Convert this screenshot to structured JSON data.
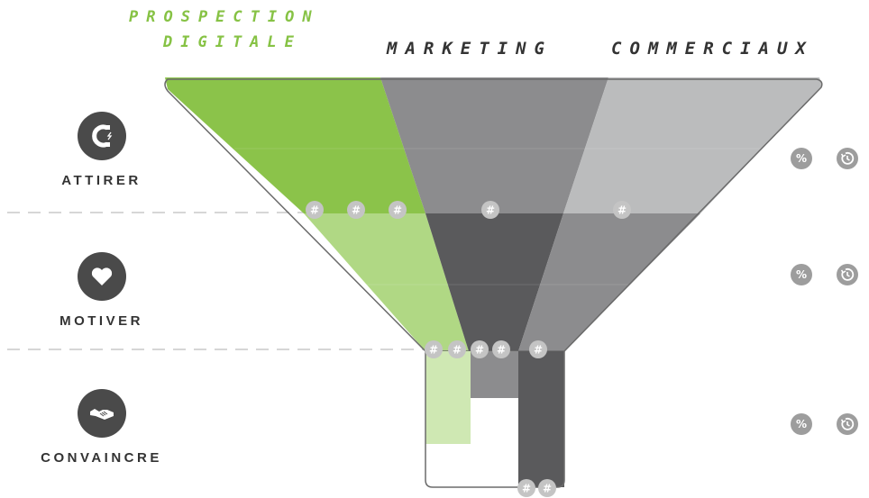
{
  "header": {
    "prospection_line1": "PROSPECTION",
    "prospection_line2": "DIGITALE",
    "marketing": "MARKETING",
    "commerciaux": "COMMERCIAUX"
  },
  "stages": [
    {
      "label": "ATTIRER",
      "icon": "magnet-icon"
    },
    {
      "label": "MOTIVER",
      "icon": "heart-icon"
    },
    {
      "label": "CONVAINCRE",
      "icon": "handshake-icon"
    }
  ],
  "markers": {
    "hash": "#",
    "percent": "%"
  },
  "colors": {
    "green": "#8bc34a",
    "light_green": "#b0d884",
    "pale_green": "#cfe8b3",
    "dark_gray": "#5a5a5c",
    "mid_gray": "#8c8c8e",
    "light_gray": "#bbbcbd",
    "marker": "#9d9d9d"
  }
}
